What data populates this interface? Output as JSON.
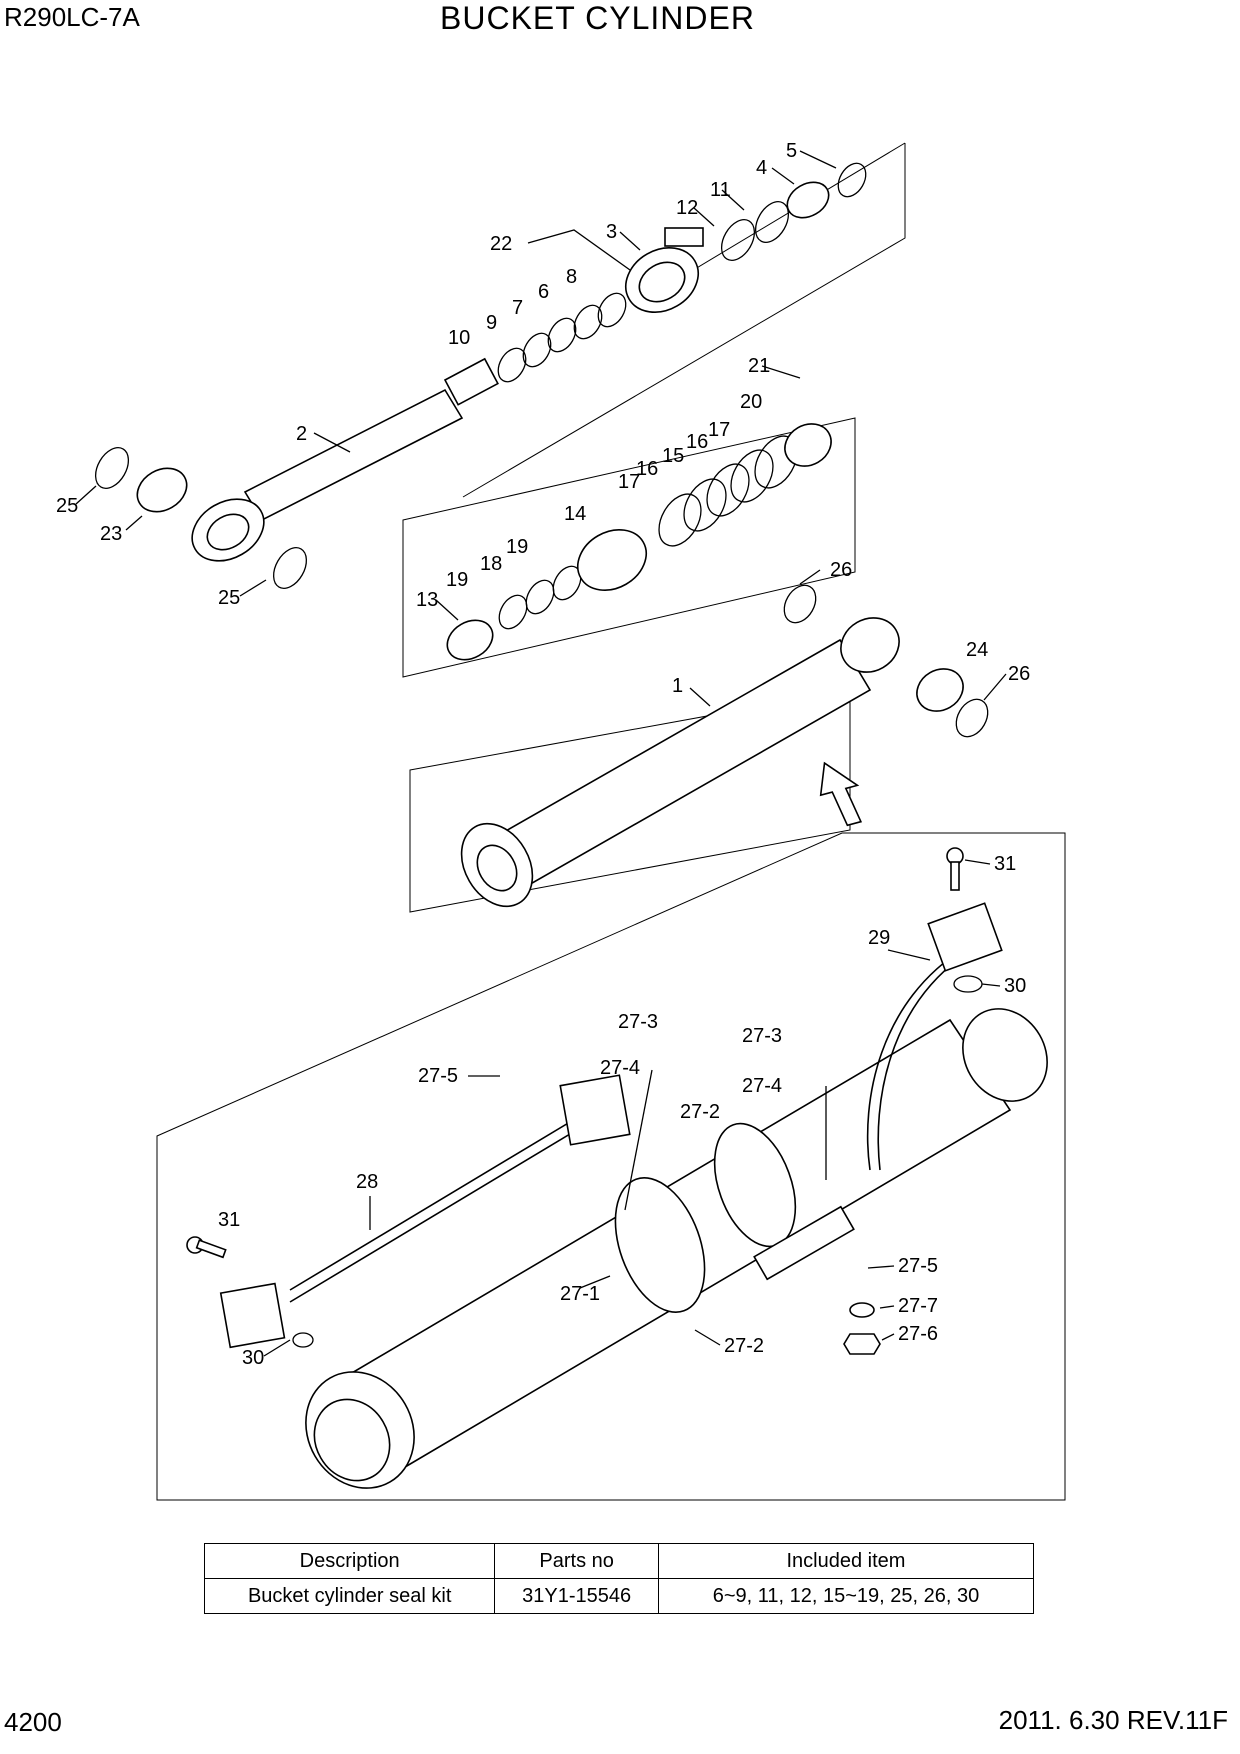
{
  "header": {
    "model": "R290LC-7A",
    "title": "BUCKET CYLINDER"
  },
  "footer": {
    "page": "4200",
    "revision": "2011. 6.30 REV.11F"
  },
  "callouts": [
    "1",
    "2",
    "3",
    "4",
    "5",
    "6",
    "7",
    "8",
    "9",
    "10",
    "11",
    "12",
    "13",
    "14",
    "15",
    "16",
    "16",
    "17",
    "17",
    "18",
    "19",
    "19",
    "20",
    "21",
    "22",
    "23",
    "24",
    "25",
    "25",
    "26",
    "26",
    "27-1",
    "27-2",
    "27-2",
    "27-3",
    "27-3",
    "27-4",
    "27-4",
    "27-5",
    "27-5",
    "27-6",
    "27-7",
    "28",
    "29",
    "30",
    "30",
    "31",
    "31"
  ],
  "kit_table": {
    "headers": [
      "Description",
      "Parts no",
      "Included item"
    ],
    "rows": [
      [
        "Bucket cylinder seal kit",
        "31Y1-15546",
        "6~9, 11, 12, 15~19, 25, 26, 30"
      ]
    ]
  }
}
